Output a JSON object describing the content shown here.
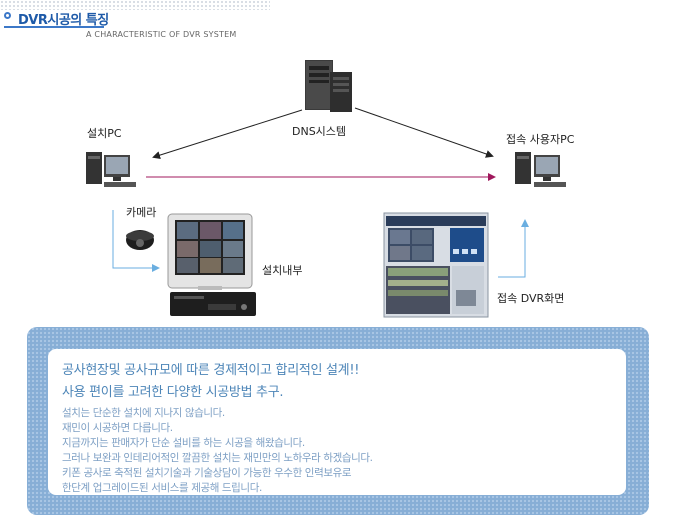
{
  "header": {
    "title": "DVR시공의 특징",
    "subtitle": "A CHARACTERISTIC OF DVR SYSTEM"
  },
  "diagram": {
    "nodes": {
      "install_pc": "설치PC",
      "dns_system": "DNS시스템",
      "remote_pc": "접속 사용자PC",
      "camera": "카메라",
      "install_inside": "설치내부",
      "remote_dvr": "접속 DVR화면"
    },
    "colors": {
      "arrow_dark": "#222222",
      "arrow_accent": "#a0185c",
      "arrow_light": "#6aaee0"
    }
  },
  "info": {
    "headlines": [
      "공사현장및 공사규모에 따른 경제적이고 합리적인 설계!!",
      "사용 편이를 고려한 다양한 시공방법 추구."
    ],
    "lines": [
      "설치는 단순한 설치에 지나지 않습니다.",
      "재민이 시공하면 다릅니다.",
      "지금까지는 판매자가 단순 설비를 하는 시공을 해왔습니다.",
      "그러나 보완과 인테리어적인 깔끔한 설치는 재민만의 노하우라 하겠습니다.",
      "키폰 공사로 축적된 설치기술과 기술상담이 가능한 우수한 인력보유로",
      "한단계 업그레이드된 서비스를 제공해 드립니다."
    ]
  }
}
